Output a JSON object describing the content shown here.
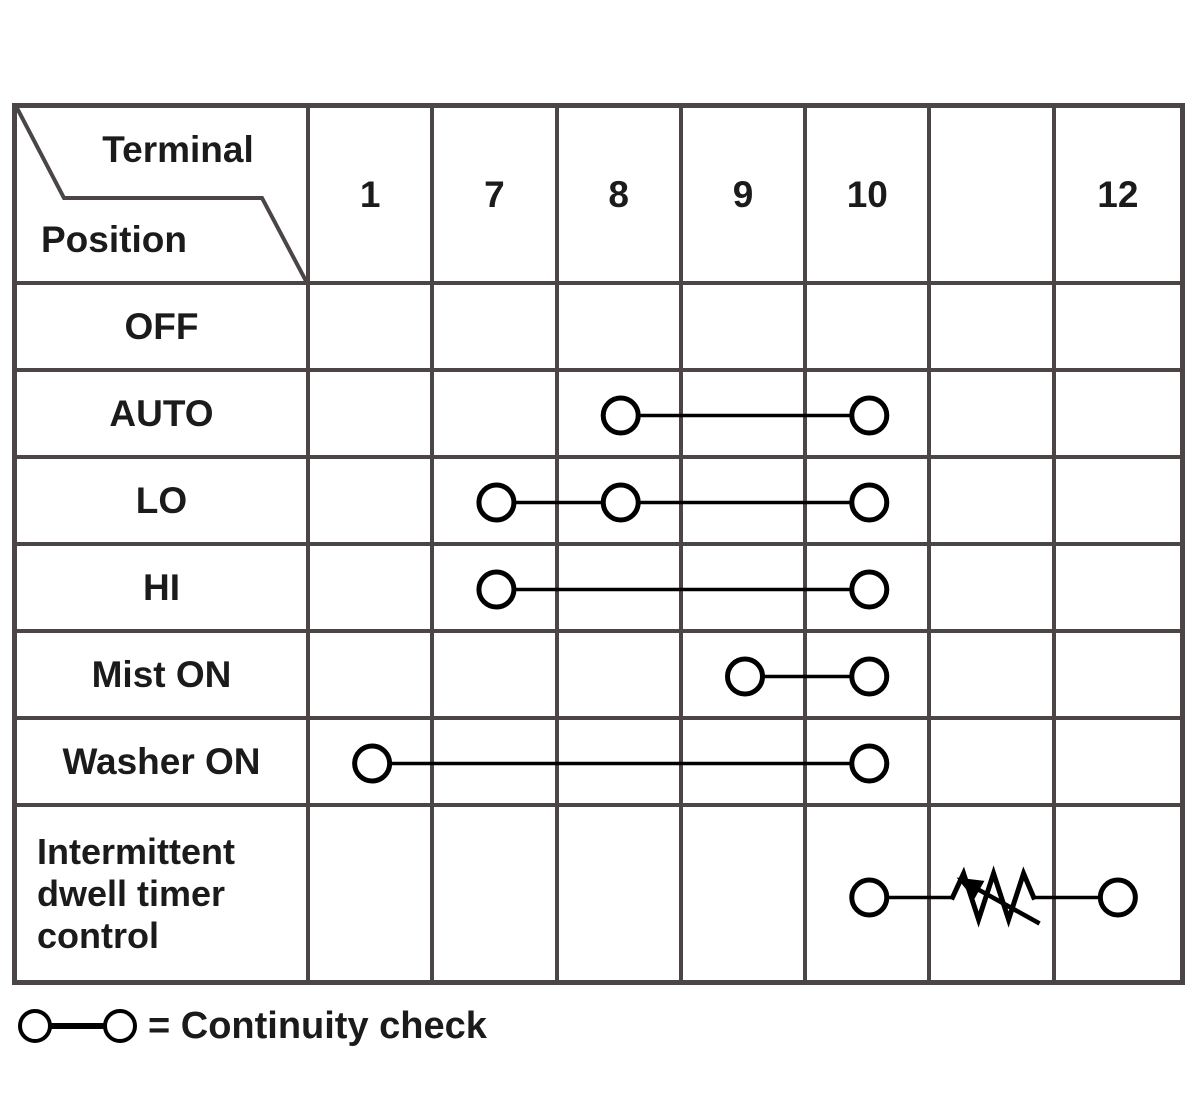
{
  "table": {
    "corner": {
      "top_label": "Terminal",
      "bottom_label": "Position"
    },
    "columns": [
      "1",
      "7",
      "8",
      "9",
      "10",
      "",
      "12"
    ],
    "rows": [
      {
        "label": "OFF",
        "connections": []
      },
      {
        "label": "AUTO",
        "connections": [
          {
            "type": "continuity",
            "terminals": [
              "8",
              "10"
            ]
          }
        ]
      },
      {
        "label": "LO",
        "connections": [
          {
            "type": "continuity",
            "terminals": [
              "7",
              "8",
              "10"
            ]
          }
        ]
      },
      {
        "label": "HI",
        "connections": [
          {
            "type": "continuity",
            "terminals": [
              "7",
              "10"
            ]
          }
        ]
      },
      {
        "label": "Mist ON",
        "connections": [
          {
            "type": "continuity",
            "terminals": [
              "9",
              "10"
            ]
          }
        ]
      },
      {
        "label": "Washer ON",
        "connections": [
          {
            "type": "continuity",
            "terminals": [
              "1",
              "10"
            ]
          }
        ]
      },
      {
        "label": "Intermittent dwell timer control",
        "connections": [
          {
            "type": "variable-resistor",
            "terminals": [
              "10",
              "12"
            ],
            "resistor_at_column_index": 5
          }
        ]
      }
    ]
  },
  "legend": {
    "symbol": "circle-line-circle",
    "text": "= Continuity check"
  },
  "colors": {
    "grid_line": "#4c4545",
    "symbol": "#000000",
    "text": "#1b1b1b",
    "background": "#ffffff"
  }
}
